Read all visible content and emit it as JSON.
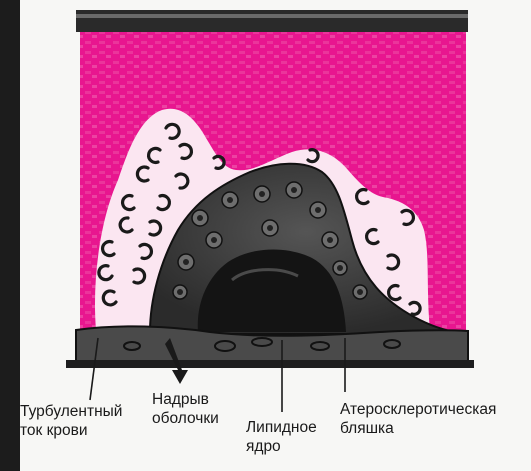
{
  "labels": {
    "turbulent_flow": {
      "line1": "Турбулентный",
      "line2": "ток крови"
    },
    "cap_rupture": {
      "line1": "Надрыв",
      "line2": "оболочки"
    },
    "lipid_core": {
      "line1": "Липидное",
      "line2": "ядро"
    },
    "plaque": {
      "line1": "Атеросклеротическая",
      "line2": "бляшка"
    }
  },
  "colors": {
    "background": "#1c1c1c",
    "panel": "#f7f7f5",
    "blood": "#e8168f",
    "blood_light": "#f6b6dc",
    "plaque": "#3a3a3a",
    "lipid_core": "#141414",
    "vessel_wall": "#2a2a2a"
  }
}
